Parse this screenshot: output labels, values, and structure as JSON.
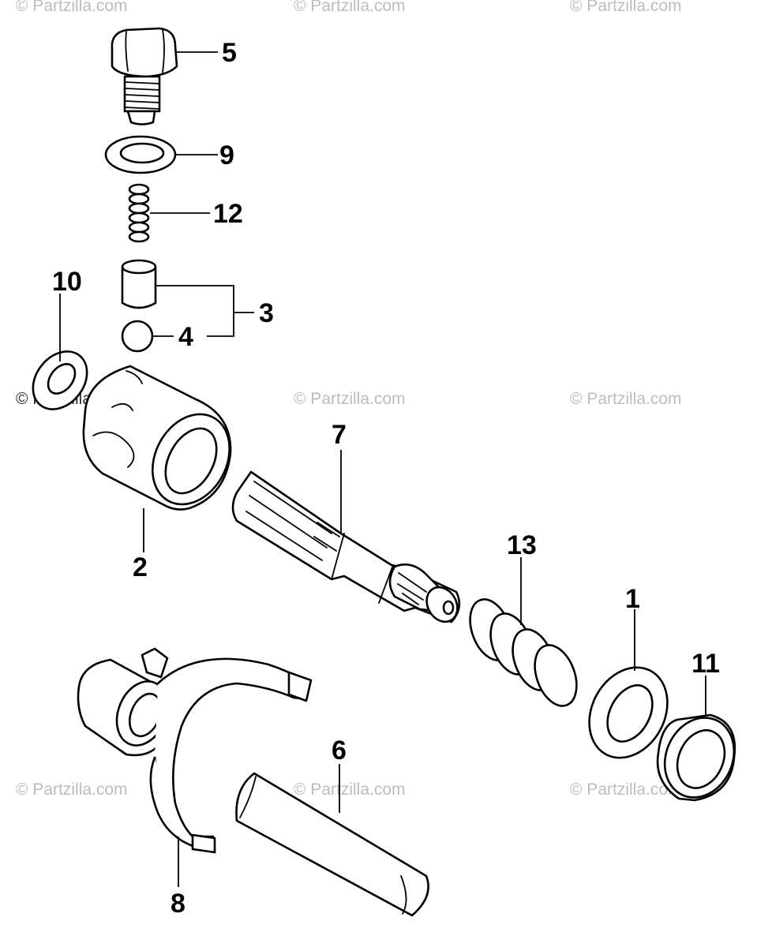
{
  "watermark": {
    "text": "© Partzilla.com",
    "color": "#bdbdbd"
  },
  "callouts": {
    "c1": "1",
    "c2": "2",
    "c3": "3",
    "c4": "4",
    "c5": "5",
    "c6": "6",
    "c7": "7",
    "c8": "8",
    "c9": "9",
    "c10": "10",
    "c11": "11",
    "c12": "12",
    "c13": "13"
  }
}
